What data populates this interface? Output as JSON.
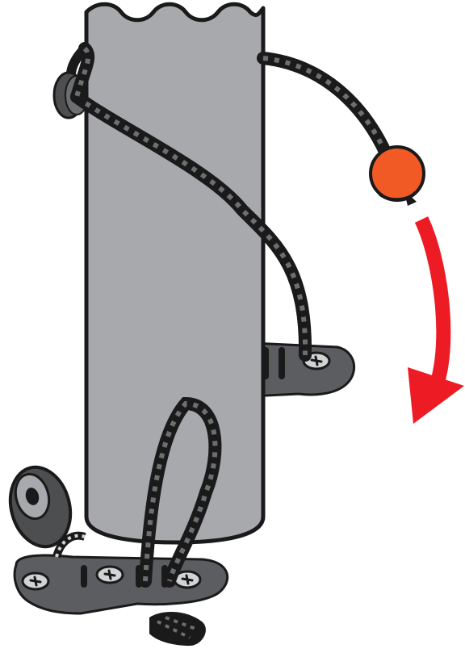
{
  "illustration": {
    "colors": {
      "outline": "#1a1a1a",
      "post_fill": "#a7a9ac",
      "bracket_fill": "#5b5d60",
      "cord": "#1a1a1a",
      "cord_pattern": "#6d6e71",
      "ball": "#f15a24",
      "arrow": "#ed1c24",
      "screw_head": "#d1d3d4"
    },
    "icons": [
      "mast-post",
      "shock-cord",
      "cleat-bracket",
      "stopper-ball",
      "direction-arrow",
      "pulley-block",
      "screw-icon"
    ]
  }
}
